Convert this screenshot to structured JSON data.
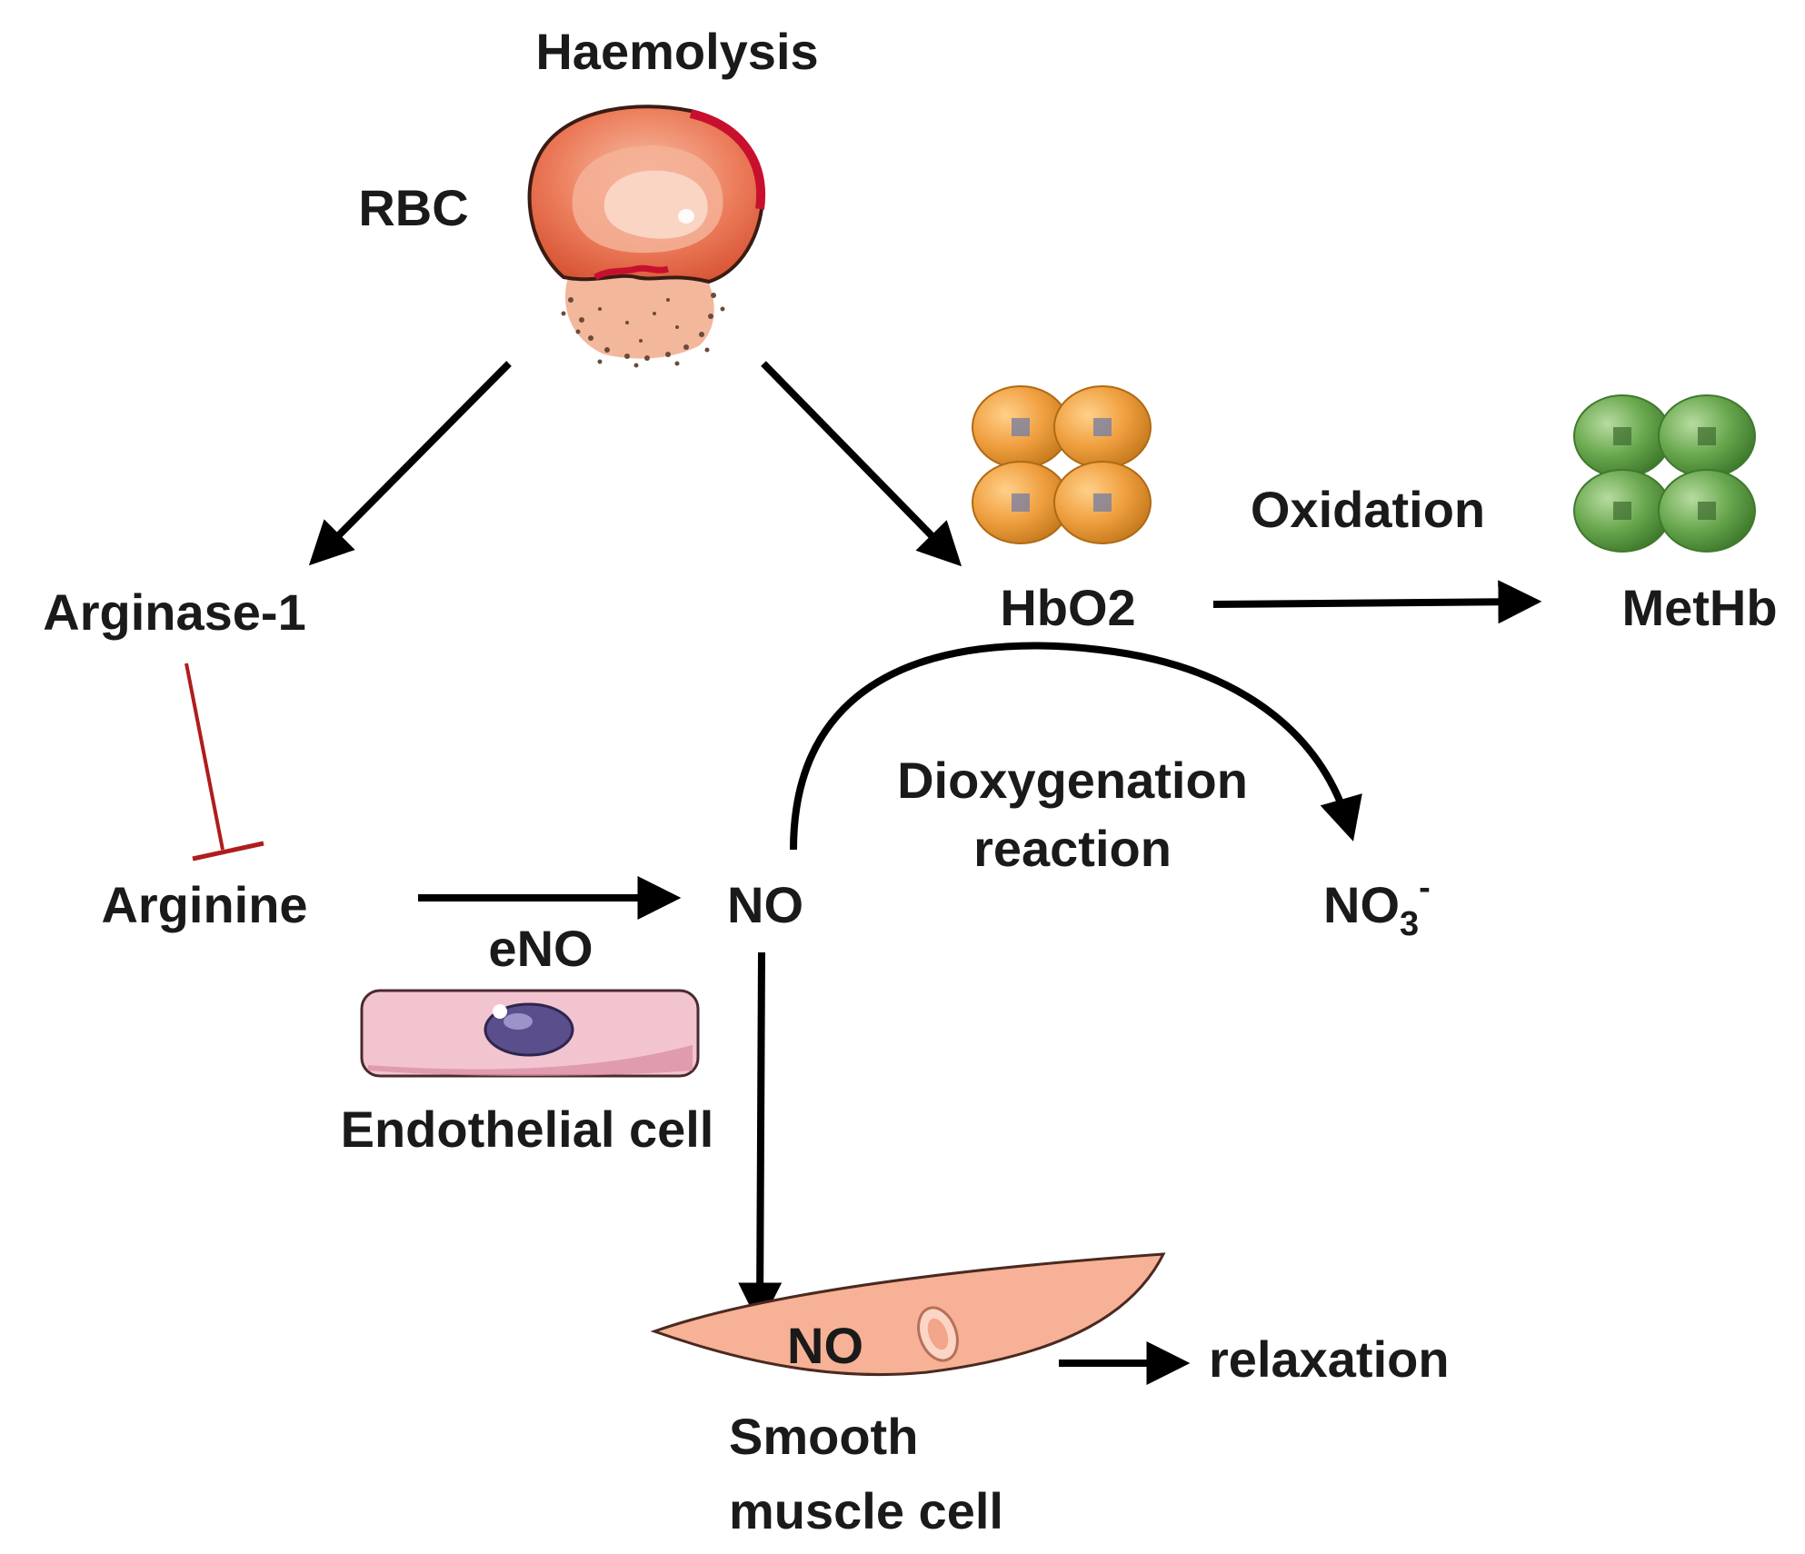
{
  "labels": {
    "haemolysis": "Haemolysis",
    "rbc": "RBC",
    "arginase": "Arginase-1",
    "hbo2": "HbO2",
    "oxidation": "Oxidation",
    "methb": "MetHb",
    "dioxygenation_line1": "Dioxygenation",
    "dioxygenation_line2": "reaction",
    "arginine": "Arginine",
    "no": "NO",
    "nitrate_base": "NO",
    "nitrate_sub": "3",
    "nitrate_sup": "-",
    "eno": "eNO",
    "endothelial": "Endothelial cell",
    "smooth_no": "NO",
    "relaxation": "relaxation",
    "smooth_line1": "Smooth",
    "smooth_line2": "muscle cell"
  },
  "colors": {
    "text": "#1a1a1a",
    "arrow": "#000000",
    "inhibition": "#b01c1c",
    "rbc_body": "#e8674a",
    "rbc_rim": "#c8102e",
    "hbo2": "#f0a040",
    "methb": "#6aa84f",
    "endothelial": "#f2c4cf",
    "nucleus": "#5a4e8c",
    "smooth_muscle": "#f6b196"
  },
  "icons": [
    "rbc-icon",
    "hbo2-tetramer-icon",
    "methb-tetramer-icon",
    "endothelial-cell-icon",
    "smooth-muscle-cell-icon"
  ]
}
